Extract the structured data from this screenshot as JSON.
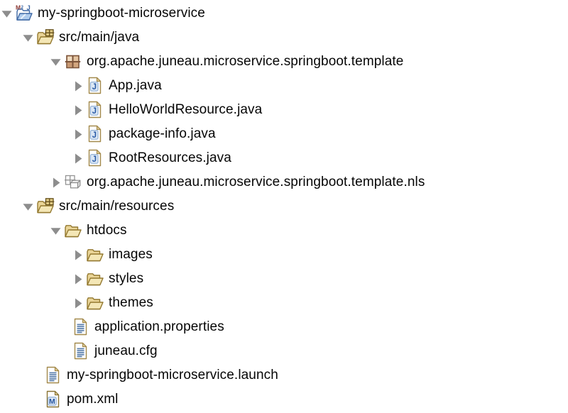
{
  "colors": {
    "arrow_gray": "#8d8d8d",
    "text_black": "#060606",
    "folder_outline": "#93782f",
    "folder_back": "#ead598",
    "folder_front": "#f4e7b6",
    "src_grid_outline": "#66511c",
    "src_grid_fill": "#e2cc86",
    "package_outline": "#7c543a",
    "package_fill": "#d8b38d",
    "package_pane_light": "#f1ddc2",
    "package_pane_dark": "#c89871",
    "empty_pkg_gray": "#949494",
    "page_outline": "#a3894b",
    "page_fold": "#e7d6a2",
    "java_badge_fill": "#dbe7f5",
    "java_badge_border": "#94b2d6",
    "java_blue": "#2a5ba6",
    "textline_blue": "#5d81ae",
    "project_blue": "#3f69a5",
    "project_front": "#aecbec",
    "maven_red": "#8e3b35",
    "maven_m_blue": "#24549e",
    "pom_outline": "#8a7434"
  },
  "tree": {
    "items": [
      {
        "label": "my-springboot-microservice",
        "level": 0,
        "expand": "expanded",
        "icon": "maven-java-project",
        "name": "tree-item-my-springboot-microservice"
      },
      {
        "label": "src/main/java",
        "level": 1,
        "expand": "expanded",
        "icon": "source-folder",
        "name": "tree-item-src-main-java"
      },
      {
        "label": "org.apache.juneau.microservice.springboot.template",
        "level": 2,
        "expand": "expanded",
        "icon": "package",
        "name": "tree-item-package-template"
      },
      {
        "label": "App.java",
        "level": 3,
        "expand": "collapsed",
        "icon": "java-file",
        "name": "tree-item-app-java"
      },
      {
        "label": "HelloWorldResource.java",
        "level": 3,
        "expand": "collapsed",
        "icon": "java-file",
        "name": "tree-item-helloworldresource-java"
      },
      {
        "label": "package-info.java",
        "level": 3,
        "expand": "collapsed",
        "icon": "java-file",
        "name": "tree-item-package-info-java"
      },
      {
        "label": "RootResources.java",
        "level": 3,
        "expand": "collapsed",
        "icon": "java-file",
        "name": "tree-item-rootresources-java"
      },
      {
        "label": "org.apache.juneau.microservice.springboot.template.nls",
        "level": 2,
        "expand": "collapsed",
        "icon": "package-empty",
        "name": "tree-item-package-template-nls"
      },
      {
        "label": "src/main/resources",
        "level": 1,
        "expand": "expanded",
        "icon": "source-folder",
        "name": "tree-item-src-main-resources"
      },
      {
        "label": "htdocs",
        "level": 2,
        "expand": "expanded",
        "icon": "folder",
        "name": "tree-item-htdocs"
      },
      {
        "label": "images",
        "level": 3,
        "expand": "collapsed",
        "icon": "folder",
        "name": "tree-item-images"
      },
      {
        "label": "styles",
        "level": 3,
        "expand": "collapsed",
        "icon": "folder",
        "name": "tree-item-styles"
      },
      {
        "label": "themes",
        "level": 3,
        "expand": "collapsed",
        "icon": "folder",
        "name": "tree-item-themes"
      },
      {
        "label": "application.properties",
        "level": 2,
        "expand": "none",
        "icon": "text-file",
        "name": "tree-item-application-properties"
      },
      {
        "label": "juneau.cfg",
        "level": 2,
        "expand": "none",
        "icon": "text-file",
        "name": "tree-item-juneau-cfg"
      },
      {
        "label": "my-springboot-microservice.launch",
        "level": 1,
        "expand": "none",
        "icon": "text-file",
        "name": "tree-item-my-springboot-microservice-launch"
      },
      {
        "label": "pom.xml",
        "level": 1,
        "expand": "none",
        "icon": "maven-pom",
        "name": "tree-item-pom-xml"
      }
    ]
  }
}
